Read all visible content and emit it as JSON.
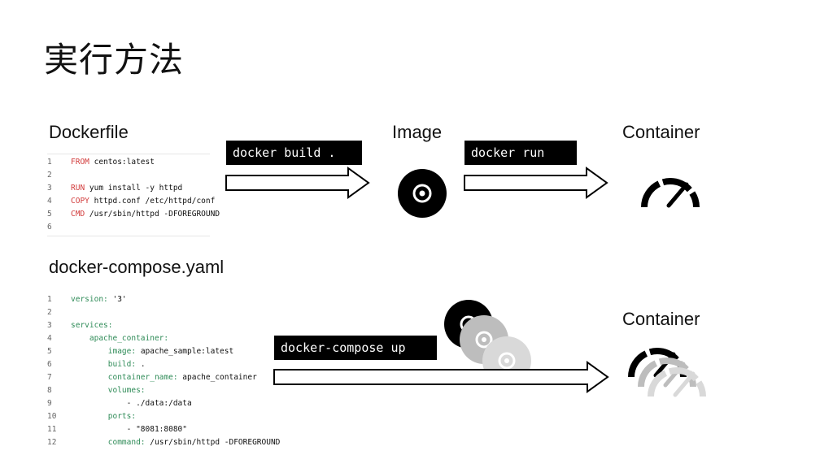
{
  "title": "実行方法",
  "dockerfile": {
    "label": "Dockerfile",
    "lines": [
      {
        "num": "1",
        "kw": "FROM",
        "rest": " centos:latest"
      },
      {
        "num": "2",
        "kw": "",
        "rest": ""
      },
      {
        "num": "3",
        "kw": "RUN",
        "rest": " yum install -y httpd"
      },
      {
        "num": "4",
        "kw": "COPY",
        "rest": " httpd.conf /etc/httpd/conf"
      },
      {
        "num": "5",
        "kw": "CMD",
        "rest": " /usr/sbin/httpd -DFOREGROUND"
      },
      {
        "num": "6",
        "kw": "",
        "rest": ""
      }
    ]
  },
  "compose": {
    "label": "docker-compose.yaml",
    "lines": [
      {
        "num": "1",
        "indent": "",
        "key": "version:",
        "rest": " '3'"
      },
      {
        "num": "2",
        "indent": "",
        "key": "",
        "rest": ""
      },
      {
        "num": "3",
        "indent": "",
        "key": "services:",
        "rest": ""
      },
      {
        "num": "4",
        "indent": "    ",
        "key": "apache_container:",
        "rest": ""
      },
      {
        "num": "5",
        "indent": "        ",
        "key": "image:",
        "rest": " apache_sample:latest"
      },
      {
        "num": "6",
        "indent": "        ",
        "key": "build:",
        "rest": " ."
      },
      {
        "num": "7",
        "indent": "        ",
        "key": "container_name:",
        "rest": " apache_container"
      },
      {
        "num": "8",
        "indent": "        ",
        "key": "volumes:",
        "rest": ""
      },
      {
        "num": "9",
        "indent": "            ",
        "key": "",
        "rest": "- ./data:/data"
      },
      {
        "num": "10",
        "indent": "        ",
        "key": "ports:",
        "rest": ""
      },
      {
        "num": "11",
        "indent": "            ",
        "key": "",
        "rest": "- \"8081:8080\""
      },
      {
        "num": "12",
        "indent": "        ",
        "key": "command:",
        "rest": " /usr/sbin/httpd -DFOREGROUND"
      }
    ]
  },
  "labels": {
    "image": "Image",
    "container_top": "Container",
    "container_bottom": "Container"
  },
  "commands": {
    "build": "docker build .",
    "run": "docker run",
    "compose_up": "docker-compose up"
  },
  "icons": {
    "image_disc": "disc-icon",
    "speedometer": "speedometer-icon"
  },
  "colors": {
    "keyword_red": "#d23c3c",
    "yaml_key_green": "#2e8b57",
    "command_bg": "#000000",
    "disc_dark": "#000000",
    "disc_mid": "#bdbdbd",
    "disc_light": "#d9d9d9"
  }
}
